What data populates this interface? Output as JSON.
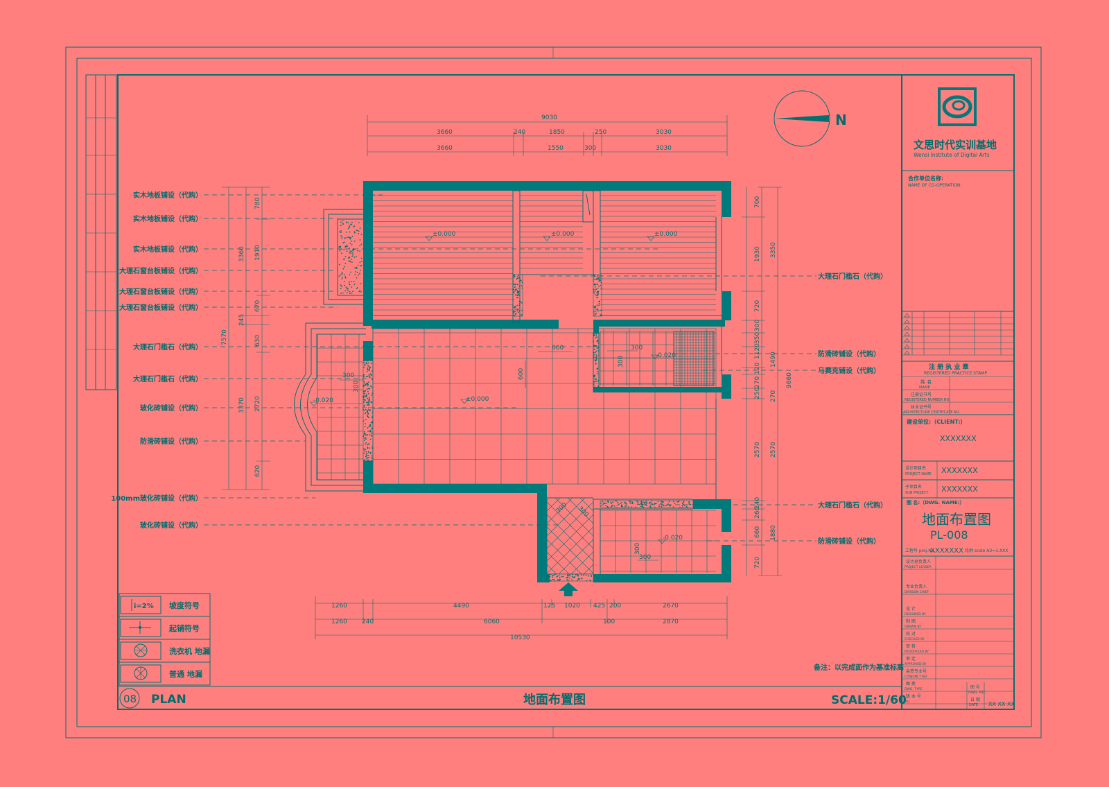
{
  "colors": {
    "background": "#ff7f7f",
    "line": "#007070",
    "wall": "#007a7a"
  },
  "dims": {
    "top_total": "9030",
    "top_row1": [
      "3660",
      "240",
      "1850",
      "250",
      "3030"
    ],
    "top_row2": [
      "3660",
      "1550",
      "300",
      "3030"
    ],
    "bottom_row1": [
      "1260",
      "4490",
      "125",
      "1020",
      "425",
      "200",
      "2670"
    ],
    "bottom_row2": [
      "1260",
      "240",
      "6060",
      "100",
      "2870"
    ],
    "bottom_total": "10530",
    "left_outer": [
      "7570"
    ],
    "left_mid": [
      "3360",
      "245",
      "3370"
    ],
    "left_inner": [
      "780",
      "1910",
      "670",
      "630",
      "2720",
      "620"
    ],
    "right_inner": [
      "700",
      "1930",
      "720",
      "300",
      "350",
      "1120",
      "120",
      "270",
      "250",
      "2570",
      "240",
      "260",
      "660",
      "720"
    ],
    "right_mid": [
      "3350",
      "1490",
      "270",
      "2570",
      "1880"
    ],
    "right_outer": "9660",
    "inner": [
      "600",
      "600",
      "300",
      "300",
      "300",
      "300",
      "300",
      "300",
      "300",
      "300"
    ]
  },
  "levels": {
    "room1": "±0.000",
    "room2": "±0.000",
    "room3": "±0.000",
    "living": "±0.000",
    "bath1": "-0.020",
    "bath2": "-0.020",
    "balcony": "-0.020"
  },
  "left_labels": [
    "实木地板铺设（代购）",
    "实木地板铺设（代购）",
    "实木地板铺设（代购）",
    "大理石窗台板铺设（代购）",
    "大理石窗台板铺设（代购）",
    "大理石窗台板铺设（代购）",
    "大理石门槛石（代购）",
    "大理石门槛石（代购）",
    "玻化砖铺设（代购）",
    "防滑砖铺设（代购）",
    "100mm玻化砖铺设（代购）",
    "玻化砖铺设（代购）"
  ],
  "right_labels": [
    "大理石门槛石（代购）",
    "防滑砖铺设（代购）",
    "马赛克铺设（代购）",
    "大理石门槛石（代购）",
    "防滑砖铺设（代购）"
  ],
  "north": "N",
  "legend": [
    {
      "sym": "i=2%",
      "text": "坡度符号"
    },
    {
      "sym": "",
      "text": "起铺符号"
    },
    {
      "sym": "",
      "text": "洗衣机 地漏"
    },
    {
      "sym": "",
      "text": "普通 地漏"
    }
  ],
  "note": "备注：以完成面作为基准标高",
  "footer": {
    "num": "08",
    "plan": "PLAN",
    "title": "地面布置图",
    "scale": "SCALE:1/60"
  },
  "title_block": {
    "company_cn": "文思时代实训基地",
    "company_en": "Wensi Institute of Digital Arts",
    "coop_label": "合作单位名称:",
    "coop_en": "NAME OF CO-OPERATION:",
    "reg_title": "注 册 执 业 章",
    "reg_en": "REGISTERED PRACTICE STAMP",
    "reg_rows": [
      "姓 名",
      "NAME",
      "注册证书号",
      "REGISTERED NUMBER NO.",
      "执业证书号",
      "ARCHITECTURE CERTIFICATE NO."
    ],
    "client_label": "建设单位:（CLIENT:）",
    "client": "XXXXXXX",
    "project_label": "设计项目名",
    "project_en": "PROJECT NAME",
    "project": "XXXXXXX",
    "sub_label": "子项目名",
    "sub_en": "SUB PROJECT",
    "sub": "XXXXXXX",
    "dwg_label": "图  名:（DWG. NAME:）",
    "dwg_name": "地面布置图",
    "dwg_no": "PL-008",
    "scale_line": "比例 scale A3=1:XXX",
    "proj_no_label": "工程号 proj.No. ",
    "proj_no": "XXXXXXX",
    "sign_rows": [
      "设计总负责人",
      "专业负责人",
      "设 计",
      "制 图",
      "校 对",
      "审 核",
      "审 定",
      "会签专业号",
      "图 类",
      "版 本 号"
    ],
    "sign_en": [
      "PROJECT LEADER",
      "DIVISION CHIEF",
      "DESIGNED BY",
      "DRAWN BY",
      "CHECKED BY",
      "PROOFREAD BY",
      "APPROVED BY",
      "CONJUNCT NO.",
      "DWG. TYPE",
      "Ver."
    ],
    "num_label": "图 号",
    "num_en": "DWG. NO.",
    "date_label": "日 期",
    "date_en": "DATE",
    "date": "XX XX XX"
  }
}
